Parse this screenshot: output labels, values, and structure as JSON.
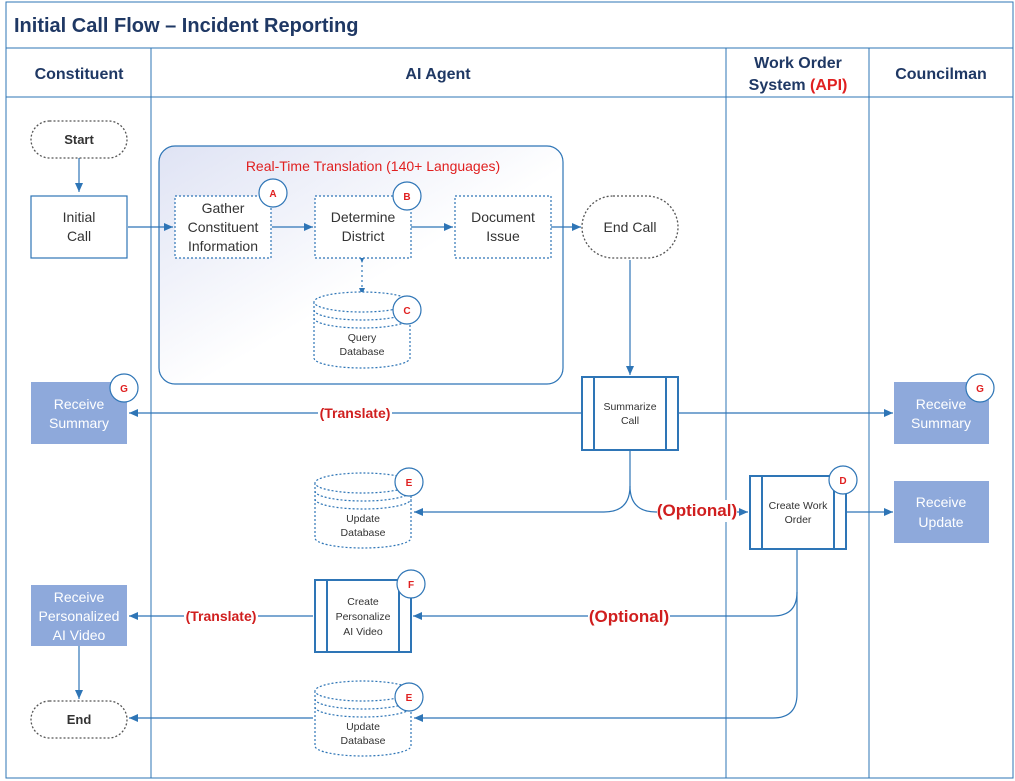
{
  "title": "Initial Call Flow – Incident Reporting",
  "lanes": {
    "constituent": "Constituent",
    "ai_agent": "AI Agent",
    "work_order_line1": "Work Order",
    "work_order_line2_prefix": "System ",
    "work_order_api": "(API)",
    "councilman": "Councilman"
  },
  "group": {
    "title": "Real-Time Translation (140+ Languages)"
  },
  "nodes": {
    "start": "Start",
    "initial_call": [
      "Initial",
      "Call"
    ],
    "gather": [
      "Gather",
      "Constituent",
      "Information"
    ],
    "determine": [
      "Determine",
      "District"
    ],
    "document": [
      "Document",
      "Issue"
    ],
    "end_call": "End Call",
    "query_db": [
      "Query",
      "Database"
    ],
    "receive_summary_left": [
      "Receive",
      "Summary"
    ],
    "summarize": [
      "Summarize",
      "Call"
    ],
    "receive_summary_right": [
      "Receive",
      "Summary"
    ],
    "update_db_1": [
      "Update",
      "Database"
    ],
    "create_work_order": [
      "Create Work",
      "Order"
    ],
    "receive_update": [
      "Receive",
      "Update"
    ],
    "receive_video": [
      "Receive",
      "Personalized",
      "AI Video"
    ],
    "create_video": [
      "Create",
      "Personalize",
      "AI Video"
    ],
    "update_db_2": [
      "Update",
      "Database"
    ],
    "end": "End"
  },
  "badges": {
    "a": "A",
    "b": "B",
    "c": "C",
    "d": "D",
    "e1": "E",
    "e2": "E",
    "f": "F",
    "g_left": "G",
    "g_right": "G"
  },
  "edge_labels": {
    "translate_1": "(Translate)",
    "optional_1": "(Optional)",
    "translate_2": "(Translate)",
    "optional_2": "(Optional)"
  },
  "colors": {
    "line_blue": "#2e75b6",
    "fill_blue": "#8ea9db",
    "title_navy": "#1f3864",
    "accent_red": "#e02020"
  }
}
